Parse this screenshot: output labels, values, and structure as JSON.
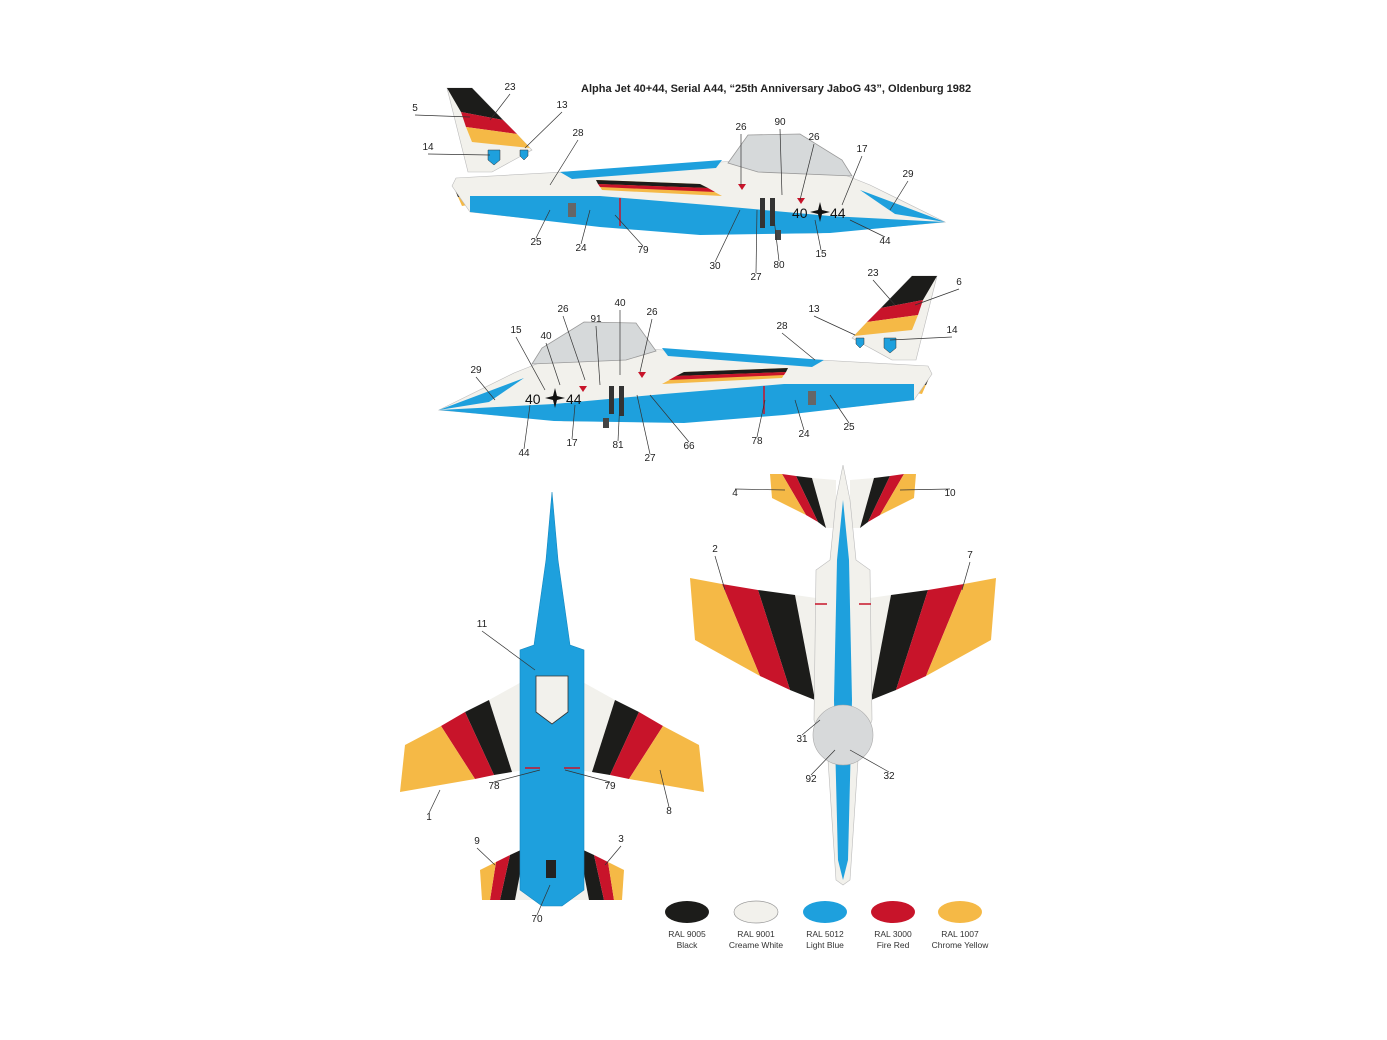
{
  "title": "Alpha Jet 40+44, Serial A44, “25th Anniversary JaboG 43”, Oldenburg 1982",
  "aircraft_marking_left": "40",
  "aircraft_marking_right": "44",
  "colors": {
    "black": "#1c1c1a",
    "white": "#f2f1ec",
    "blue": "#1ea0dd",
    "red": "#c8142a",
    "yellow": "#f5b946",
    "canopy": "#d6d9da",
    "grey": "#d7d9da"
  },
  "callouts": {
    "side_right": [
      "23",
      "5",
      "13",
      "14",
      "28",
      "26",
      "90",
      "26",
      "17",
      "29",
      "25",
      "24",
      "79",
      "30",
      "27",
      "80",
      "15",
      "44"
    ],
    "side_left": [
      "23",
      "6",
      "13",
      "14",
      "28",
      "15",
      "40",
      "26",
      "91",
      "40",
      "26",
      "29",
      "44",
      "17",
      "81",
      "27",
      "66",
      "78",
      "24",
      "25"
    ],
    "top": [
      "11",
      "78",
      "79",
      "1",
      "8",
      "9",
      "3",
      "70"
    ],
    "bottom": [
      "4",
      "10",
      "2",
      "7",
      "31",
      "92",
      "32"
    ]
  },
  "legend": [
    {
      "code": "RAL 9005",
      "name": "Black",
      "color": "#1c1c1a"
    },
    {
      "code": "RAL 9001",
      "name": "Creame White",
      "color": "#f2f1ec"
    },
    {
      "code": "RAL 5012",
      "name": "Light Blue",
      "color": "#1ea0dd"
    },
    {
      "code": "RAL 3000",
      "name": "Fire Red",
      "color": "#c8142a"
    },
    {
      "code": "RAL 1007",
      "name": "Chrome Yellow",
      "color": "#f5b946"
    }
  ]
}
